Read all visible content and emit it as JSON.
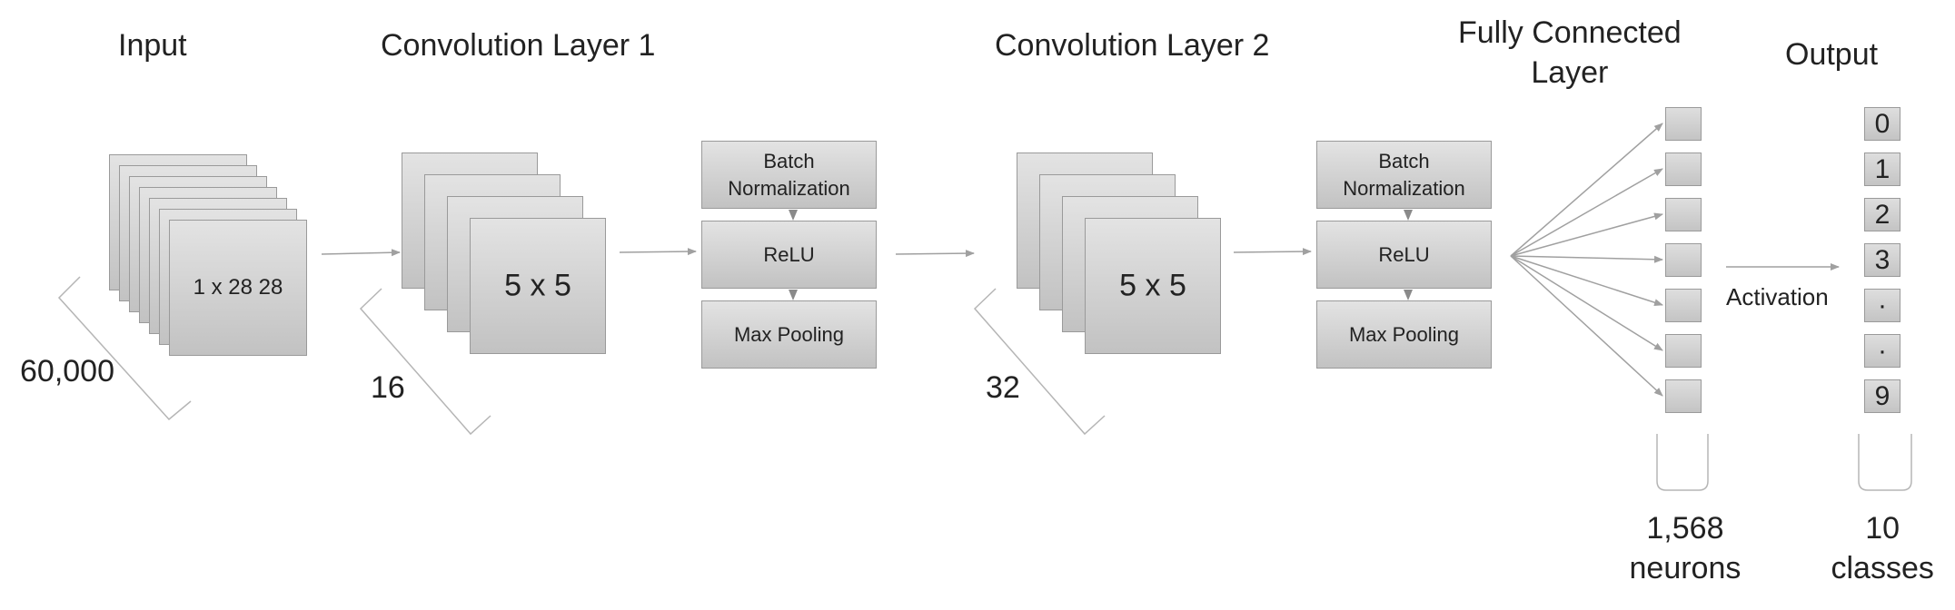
{
  "titles": {
    "input": "Input",
    "conv1": "Convolution Layer 1",
    "conv2": "Convolution Layer 2",
    "fc": "Fully Connected\nLayer",
    "output": "Output"
  },
  "input": {
    "label": "1 x 28 28",
    "count": "60,000"
  },
  "conv1": {
    "kernel": "5 x 5",
    "count": "16",
    "ops": [
      "Batch\nNormalization",
      "ReLU",
      "Max Pooling"
    ]
  },
  "conv2": {
    "kernel": "5 x 5",
    "count": "32",
    "ops": [
      "Batch\nNormalization",
      "ReLU",
      "Max Pooling"
    ]
  },
  "fc": {
    "neurons": 7,
    "size_label": "1,568\nneurons"
  },
  "activation_label": "Activation",
  "output": {
    "items": [
      "0",
      "1",
      "2",
      "3",
      "·",
      "·",
      "9"
    ],
    "size_label": "10\nclasses"
  },
  "colors": {
    "box_fill_top": "#e3e3e3",
    "box_fill_bottom": "#c2c2c2",
    "stroke": "#9a9a9a",
    "arrow": "#a0a0a0"
  }
}
